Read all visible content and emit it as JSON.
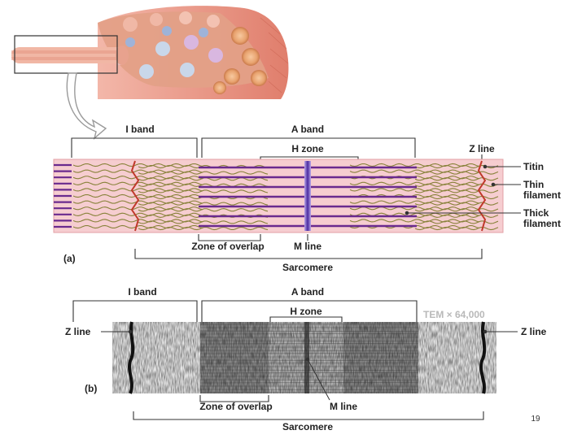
{
  "panel_a": {
    "label": "(a)",
    "i_band": "I band",
    "a_band": "A band",
    "h_zone": "H zone",
    "z_line": "Z line",
    "titin": "Titin",
    "thin_filament_1": "Thin",
    "thin_filament_2": "filament",
    "thick_filament_1": "Thick",
    "thick_filament_2": "filament",
    "zone_of_overlap": "Zone of overlap",
    "m_line": "M line",
    "sarcomere": "Sarcomere"
  },
  "panel_b": {
    "label": "(b)",
    "i_band": "I band",
    "a_band": "A band",
    "h_zone": "H zone",
    "tem": "TEM × 64,000",
    "z_line_left": "Z line",
    "z_line_right": "Z line",
    "zone_of_overlap": "Zone of overlap",
    "m_line": "M line",
    "sarcomere": "Sarcomere"
  },
  "page_number": "19",
  "colors": {
    "muscle": "#e8998a",
    "band_bg": "#f6cdd0",
    "thick": "#6a2a8e",
    "thin": "#7d7a2a",
    "z_line": "#c0392b"
  }
}
